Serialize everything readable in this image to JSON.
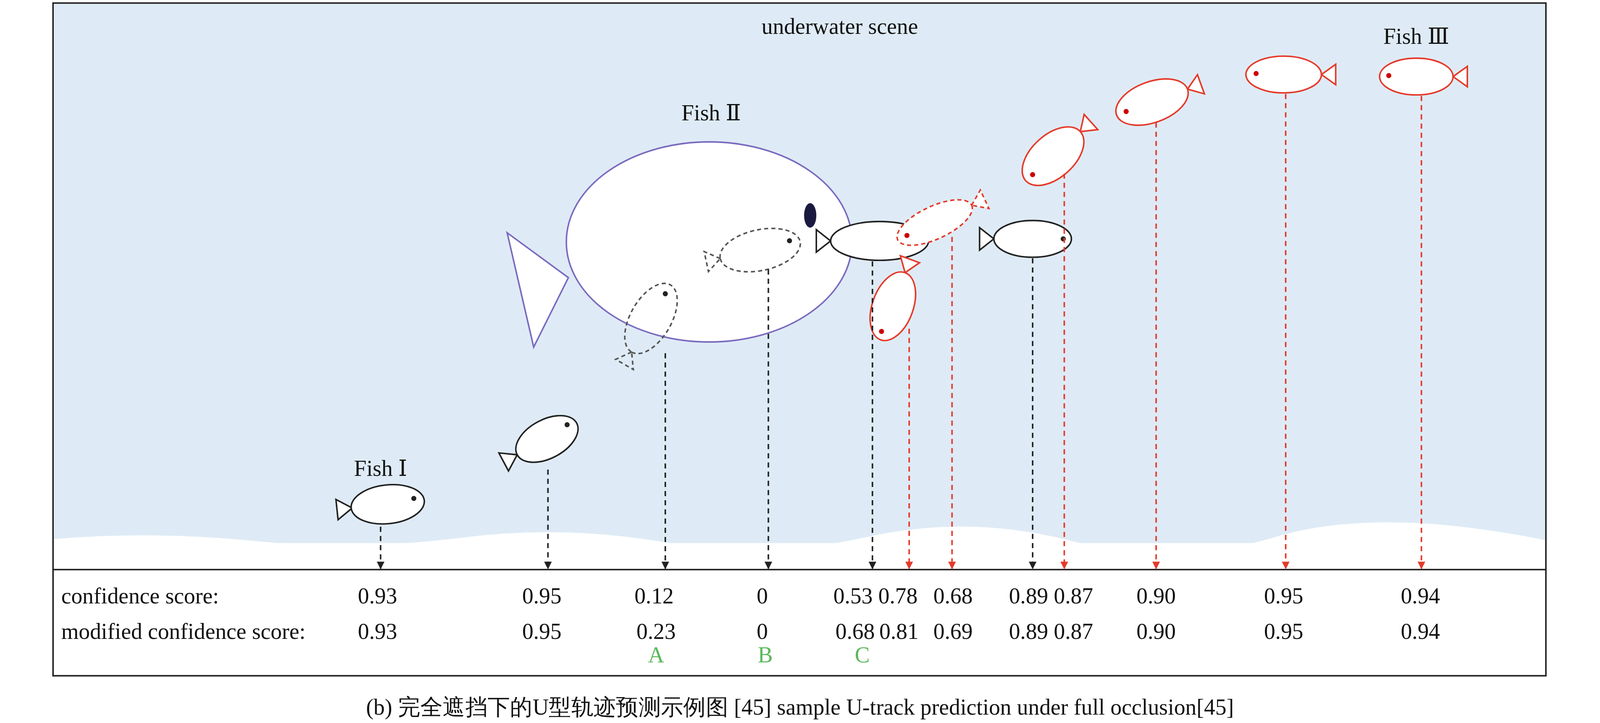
{
  "diagram": {
    "caption": "(b) 完全遮挡下的U型轨迹预测示例图 [45] sample U-track prediction under full occlusion[45]",
    "labels": [
      "underwater scene",
      "Fish Ⅱ",
      "Fish Ⅲ",
      "Fish Ⅰ",
      "confidence score:",
      "modified confidence score:",
      "0.93",
      "0.95",
      "0.12",
      "0",
      "0.53",
      "0.78",
      "0.68",
      "0.89",
      "0.87",
      "0.90",
      "0.95",
      "0.94",
      "0.93",
      "0.95",
      "0.23",
      "0",
      "0.68",
      "0.81",
      "0.69",
      "0.89",
      "0.87",
      "0.90",
      "0.95",
      "0.94",
      "A",
      "B",
      "C"
    ]
  }
}
